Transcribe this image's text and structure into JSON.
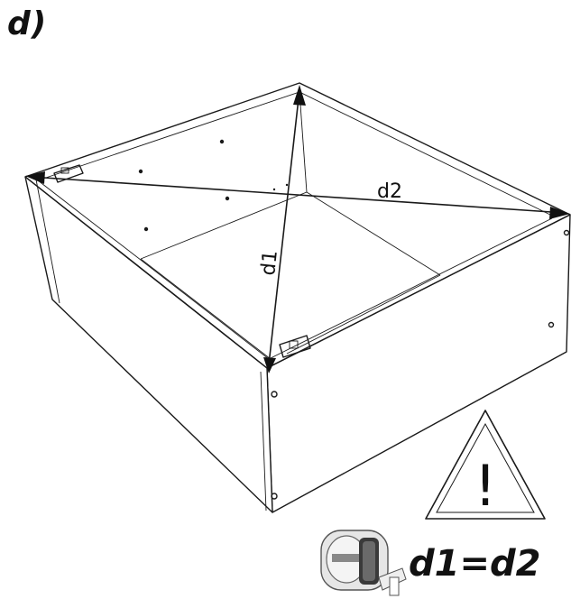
{
  "step": {
    "label": "d)"
  },
  "dimensions": {
    "d1": "d1",
    "d2": "d2"
  },
  "warning": {
    "symbol": "!",
    "icon": "warning-triangle-icon"
  },
  "tool": {
    "icon": "tape-measure-icon"
  },
  "result": {
    "text": "d1=d2"
  }
}
